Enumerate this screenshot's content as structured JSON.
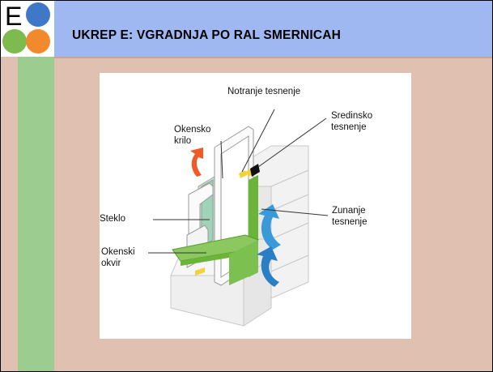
{
  "logo": {
    "letter": "E"
  },
  "slide": {
    "title": "UKREP E: VGRADNJA PO RAL SMERNICAH"
  },
  "figure": {
    "labels": {
      "notranje": "Notranje tesnenje",
      "sredinsko_1": "Sredinsko",
      "sredinsko_2": "tesnenje",
      "okensko_1": "Okensko",
      "okensko_2": "krilo",
      "steklo": "Steklo",
      "zunanje_1": "Zunanje",
      "zunanje_2": "tesnenje",
      "okvir_1": "Okenski",
      "okvir_2": "okvir"
    }
  },
  "colors": {
    "slide_bg": "#dfc0b1",
    "sidebar_stripe": "#9ccc8f",
    "title_bar": "#9fb8f1",
    "logo_blue": "#3f78c7",
    "logo_green": "#7dbb4f",
    "logo_orange": "#f08a2c",
    "seal_green": "#6bb43a",
    "seal_yellow": "#f2d23a",
    "arrow_orange": "#f05a28",
    "arrow_blue": "#3a9ad9"
  }
}
